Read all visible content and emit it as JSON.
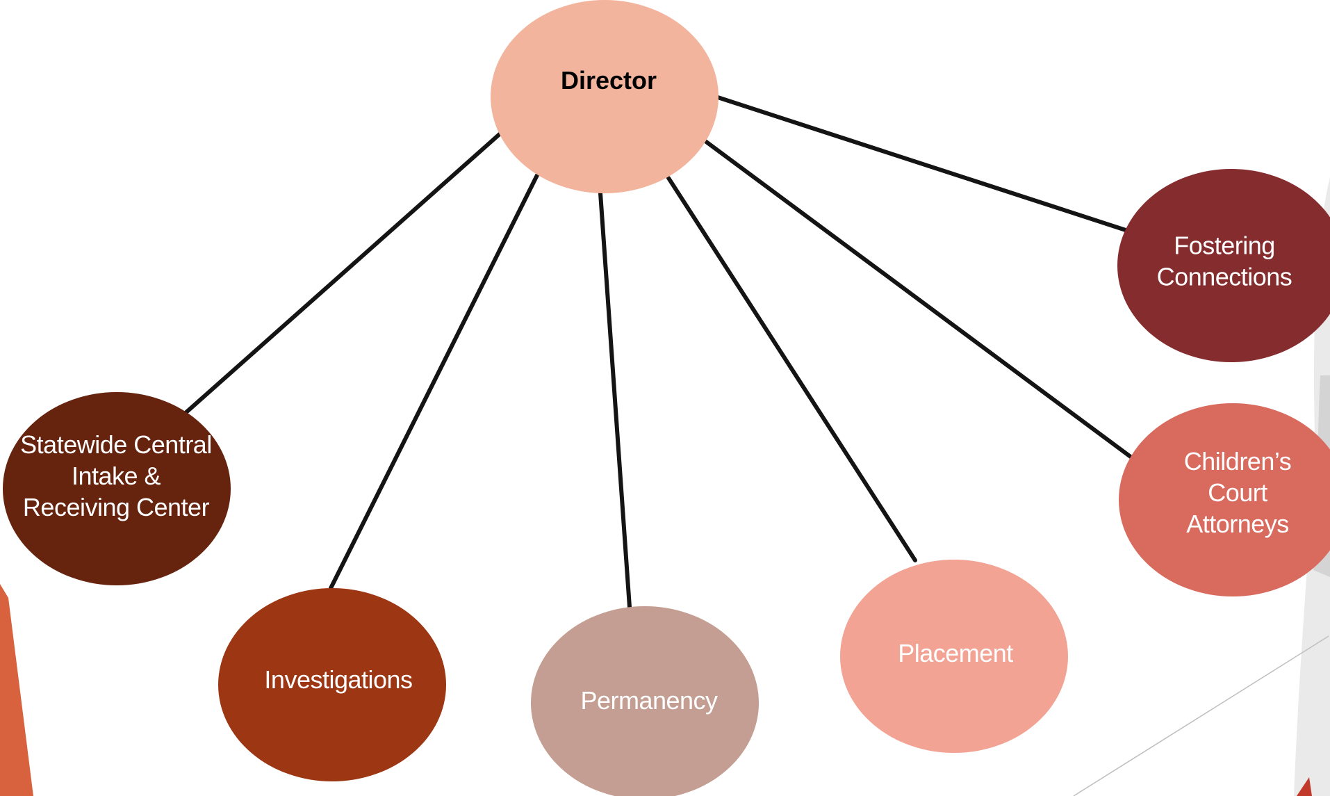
{
  "diagram": {
    "root": {
      "lines": [
        "Director"
      ],
      "color": "#F3B49D",
      "text_color": "#000000"
    },
    "children": [
      {
        "id": "intake",
        "lines": [
          "Statewide Central",
          "Intake &",
          "Receiving Center"
        ],
        "color": "#66240E"
      },
      {
        "id": "investigations",
        "lines": [
          "Investigations"
        ],
        "color": "#9C3613"
      },
      {
        "id": "permanency",
        "lines": [
          "Permanency"
        ],
        "color": "#C49E92"
      },
      {
        "id": "placement",
        "lines": [
          "Placement"
        ],
        "color": "#F2A394"
      },
      {
        "id": "childrens-court-attorneys",
        "lines": [
          "Children’s",
          "Court",
          "Attorneys"
        ],
        "color": "#D86A5E"
      },
      {
        "id": "fostering-connections",
        "lines": [
          "Fostering",
          "Connections"
        ],
        "color": "#852C2E"
      }
    ]
  },
  "decor": {
    "accent": "#D9623E",
    "photo_tones": [
      "#EDEDED",
      "#DCDCDC"
    ]
  }
}
